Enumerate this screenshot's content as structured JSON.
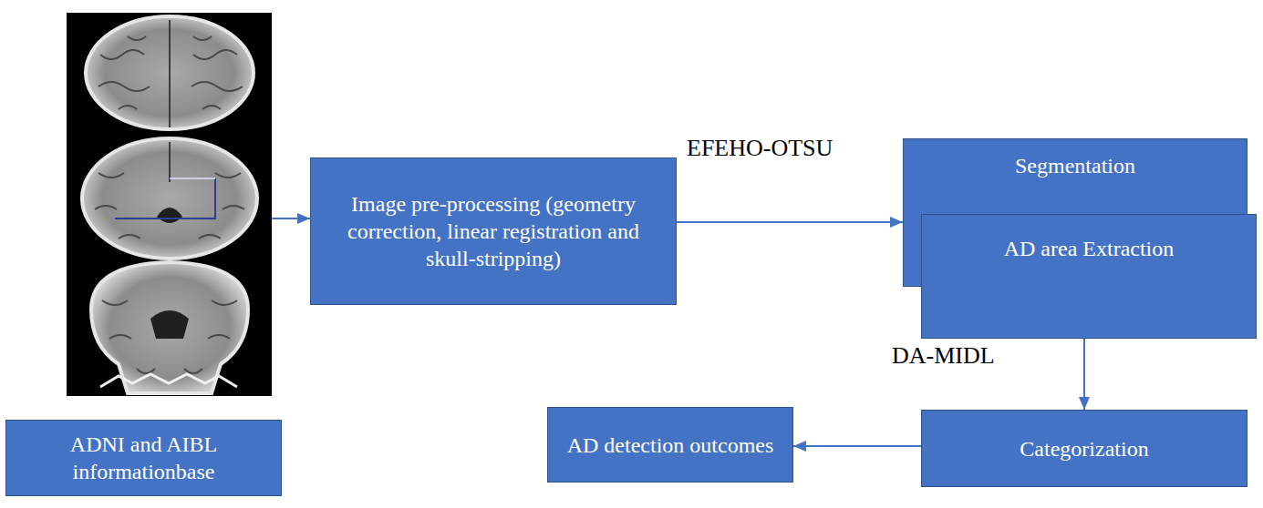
{
  "diagram": {
    "nodes": [
      {
        "text": [
          "ADNI and AIBL informationbase"
        ]
      },
      {
        "text": [
          "Image pre-processing (geometry correction, linear registration and skull-stripping)"
        ]
      },
      {
        "text": [
          "Segmentation"
        ]
      },
      {
        "text": [
          "AD area Extraction"
        ]
      },
      {
        "text": [
          "Categorization"
        ]
      },
      {
        "text": [
          "AD detection outcomes"
        ]
      }
    ],
    "edges": [
      {
        "from": 1,
        "to": 2,
        "label": "EFEHO-OTSU",
        "arrow": "to"
      },
      {
        "from": 3,
        "to": 4,
        "label": "DA-MIDL",
        "arrow": "to"
      },
      {
        "from": 4,
        "to": 5,
        "arrow": "to"
      }
    ]
  }
}
